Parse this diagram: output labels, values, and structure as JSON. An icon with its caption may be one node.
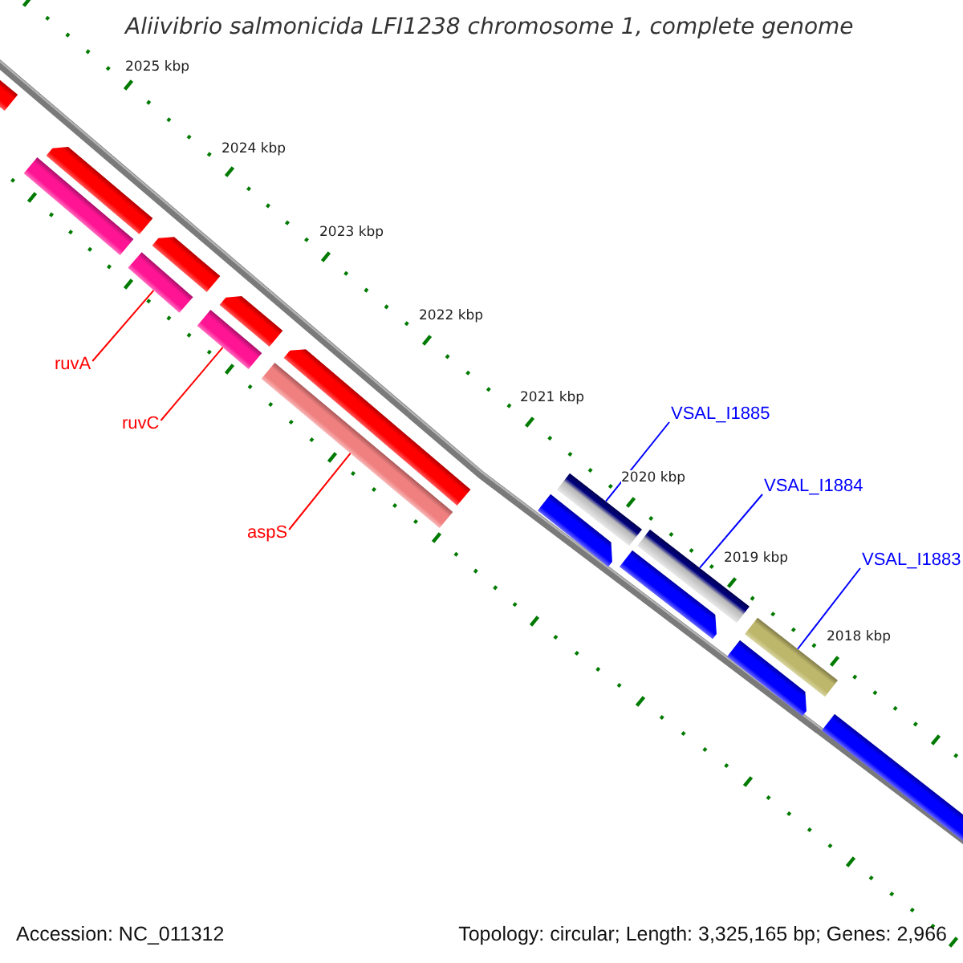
{
  "diagram": {
    "title": "Aliivibrio salmonicida LFI1238 chromosome 1, complete genome",
    "nodes": [
      {
        "text": [
          "ruvA"
        ]
      },
      {
        "text": [
          "ruvC"
        ]
      },
      {
        "text": [
          "aspS"
        ]
      },
      {
        "text": [
          "VSAL_I1885"
        ]
      },
      {
        "text": [
          "VSAL_I1884"
        ]
      },
      {
        "text": [
          "VSAL_I1883"
        ]
      },
      {
        "text": [],
        "shape": "arrow"
      },
      {
        "text": [],
        "shape": "bar"
      },
      {
        "text": [],
        "shape": "arrow"
      },
      {
        "text": [],
        "shape": "bar"
      },
      {
        "text": [],
        "shape": "arrow"
      },
      {
        "text": [],
        "shape": "bar"
      },
      {
        "text": [],
        "shape": "arrow"
      },
      {
        "text": [],
        "shape": "bar"
      },
      {
        "text": [],
        "shape": "arrow"
      },
      {
        "text": [],
        "shape": "arrow"
      },
      {
        "text": [],
        "shape": "bar"
      },
      {
        "text": [],
        "shape": "arrow"
      },
      {
        "text": [],
        "shape": "bar"
      },
      {
        "text": [],
        "shape": "arrow"
      },
      {
        "text": [],
        "shape": "bar"
      },
      {
        "text": [],
        "shape": "arrow"
      }
    ],
    "edges": [
      {
        "from": 0,
        "to": 9,
        "arrow": "none",
        "color": "#ff0000"
      },
      {
        "from": 1,
        "to": 11,
        "arrow": "none",
        "color": "#ff0000"
      },
      {
        "from": 2,
        "to": 13,
        "arrow": "none",
        "color": "#ff0000"
      },
      {
        "from": 3,
        "to": 16,
        "arrow": "none",
        "color": "#0000ff"
      },
      {
        "from": 4,
        "to": 18,
        "arrow": "none",
        "color": "#0000ff"
      },
      {
        "from": 5,
        "to": 20,
        "arrow": "none",
        "color": "#0000ff"
      }
    ],
    "labels": [
      "2025 kbp",
      "2024 kbp",
      "2023 kbp",
      "2022 kbp",
      "2021 kbp",
      "2020 kbp",
      "2019 kbp",
      "2018 kbp",
      "Accession: NC_011312",
      "Topology: circular; Length: 3,325,165 bp; Genes: 2,966"
    ]
  }
}
